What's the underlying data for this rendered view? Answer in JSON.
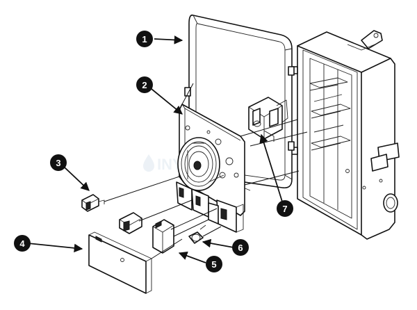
{
  "callouts": [
    {
      "id": "1",
      "label": "1"
    },
    {
      "id": "2",
      "label": "2"
    },
    {
      "id": "3",
      "label": "3"
    },
    {
      "id": "4",
      "label": "4"
    },
    {
      "id": "5",
      "label": "5"
    },
    {
      "id": "6",
      "label": "6"
    },
    {
      "id": "7",
      "label": "7"
    }
  ],
  "watermark": {
    "text": "INYOPOOLS.COM",
    "icon": "water-drop-icon",
    "color": "#dfe8f0"
  },
  "colors": {
    "line": "#111111",
    "callout": "#111111",
    "callout_text": "#ffffff",
    "background": "#ffffff"
  }
}
